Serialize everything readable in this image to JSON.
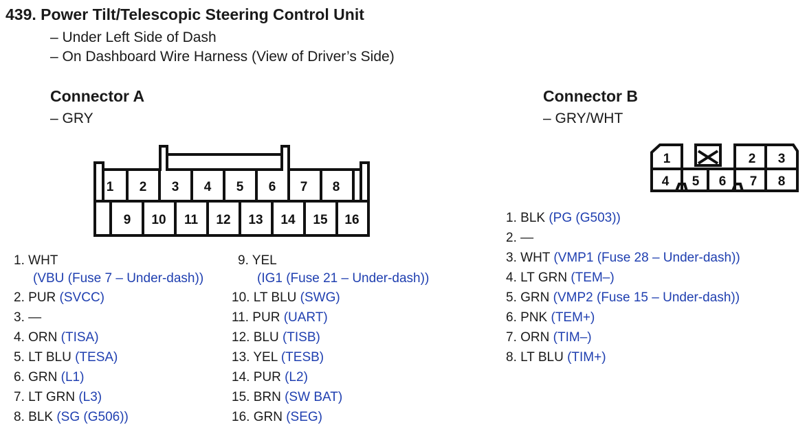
{
  "title": "439. Power Tilt/Telescopic Steering Control Unit",
  "locations": [
    "– Under Left Side of Dash",
    "– On Dashboard Wire Harness (View of Driver’s Side)"
  ],
  "connector_a": {
    "name": "Connector A",
    "color": "– GRY",
    "pins": [
      {
        "num": "1.",
        "wire": "WHT",
        "circuit": "(VBU (Fuse 7 – Under-dash))"
      },
      {
        "num": "2.",
        "wire": "PUR",
        "circuit": "(SVCC)"
      },
      {
        "num": "3.",
        "wire": "—",
        "circuit": ""
      },
      {
        "num": "4.",
        "wire": "ORN",
        "circuit": "(TISA)"
      },
      {
        "num": "5.",
        "wire": "LT BLU",
        "circuit": "(TESA)"
      },
      {
        "num": "6.",
        "wire": "GRN",
        "circuit": "(L1)"
      },
      {
        "num": "7.",
        "wire": "LT GRN",
        "circuit": "(L3)"
      },
      {
        "num": "8.",
        "wire": "BLK",
        "circuit": "(SG (G506))"
      },
      {
        "num": "9.",
        "wire": "YEL",
        "circuit": "(IG1 (Fuse 21 – Under-dash))"
      },
      {
        "num": "10.",
        "wire": "LT BLU",
        "circuit": "(SWG)"
      },
      {
        "num": "11.",
        "wire": "PUR",
        "circuit": "(UART)"
      },
      {
        "num": "12.",
        "wire": "BLU",
        "circuit": "(TISB)"
      },
      {
        "num": "13.",
        "wire": "YEL",
        "circuit": "(TESB)"
      },
      {
        "num": "14.",
        "wire": "PUR",
        "circuit": "(L2)"
      },
      {
        "num": "15.",
        "wire": "BRN",
        "circuit": "(SW BAT)"
      },
      {
        "num": "16.",
        "wire": "GRN",
        "circuit": "(SEG)"
      }
    ]
  },
  "connector_b": {
    "name": "Connector B",
    "color": "– GRY/WHT",
    "pins": [
      {
        "num": "1.",
        "wire": "BLK",
        "circuit": "(PG (G503))"
      },
      {
        "num": "2.",
        "wire": "—",
        "circuit": ""
      },
      {
        "num": "3.",
        "wire": "WHT",
        "circuit": "(VMP1 (Fuse 28 – Under-dash))"
      },
      {
        "num": "4.",
        "wire": "LT GRN",
        "circuit": "(TEM–)"
      },
      {
        "num": "5.",
        "wire": "GRN",
        "circuit": "(VMP2 (Fuse 15 – Under-dash))"
      },
      {
        "num": "6.",
        "wire": "PNK",
        "circuit": "(TEM+)"
      },
      {
        "num": "7.",
        "wire": "ORN",
        "circuit": "(TIM–)"
      },
      {
        "num": "8.",
        "wire": "LT BLU",
        "circuit": "(TIM+)"
      }
    ]
  },
  "diagram_a_labels": [
    "1",
    "2",
    "3",
    "4",
    "5",
    "6",
    "7",
    "8",
    "9",
    "10",
    "11",
    "12",
    "13",
    "14",
    "15",
    "16"
  ],
  "diagram_b_labels": [
    "1",
    "2",
    "3",
    "4",
    "5",
    "6",
    "7",
    "8"
  ]
}
